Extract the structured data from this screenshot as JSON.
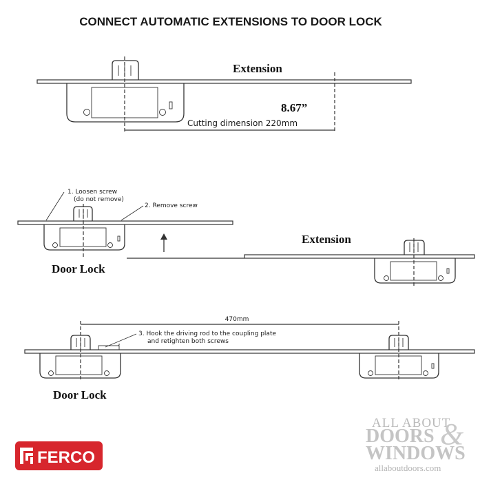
{
  "title": "CONNECT AUTOMATIC EXTENSIONS TO DOOR LOCK",
  "diagram1": {
    "extension_label": "Extension",
    "dimension_inches": "8.67”",
    "cutting_dimension": "Cutting dimension 220mm"
  },
  "diagram2": {
    "step1_line1": "1. Loosen screw",
    "step1_line2": "(do not remove)",
    "step2": "2. Remove screw",
    "door_lock_label": "Door Lock",
    "extension_label": "Extension"
  },
  "diagram3": {
    "distance": "470mm",
    "step3_line1": "3. Hook the driving rod to the coupling plate",
    "step3_line2": "and retighten both screws",
    "door_lock_label": "Door Lock"
  },
  "watermark": {
    "line1": "ALL ABOUT",
    "line2": "DOORS",
    "ampersand": "&",
    "line3": "WINDOWS",
    "url": "allaboutdoors.com"
  },
  "logo": {
    "text": "FERCO",
    "color": "#d7262d"
  }
}
